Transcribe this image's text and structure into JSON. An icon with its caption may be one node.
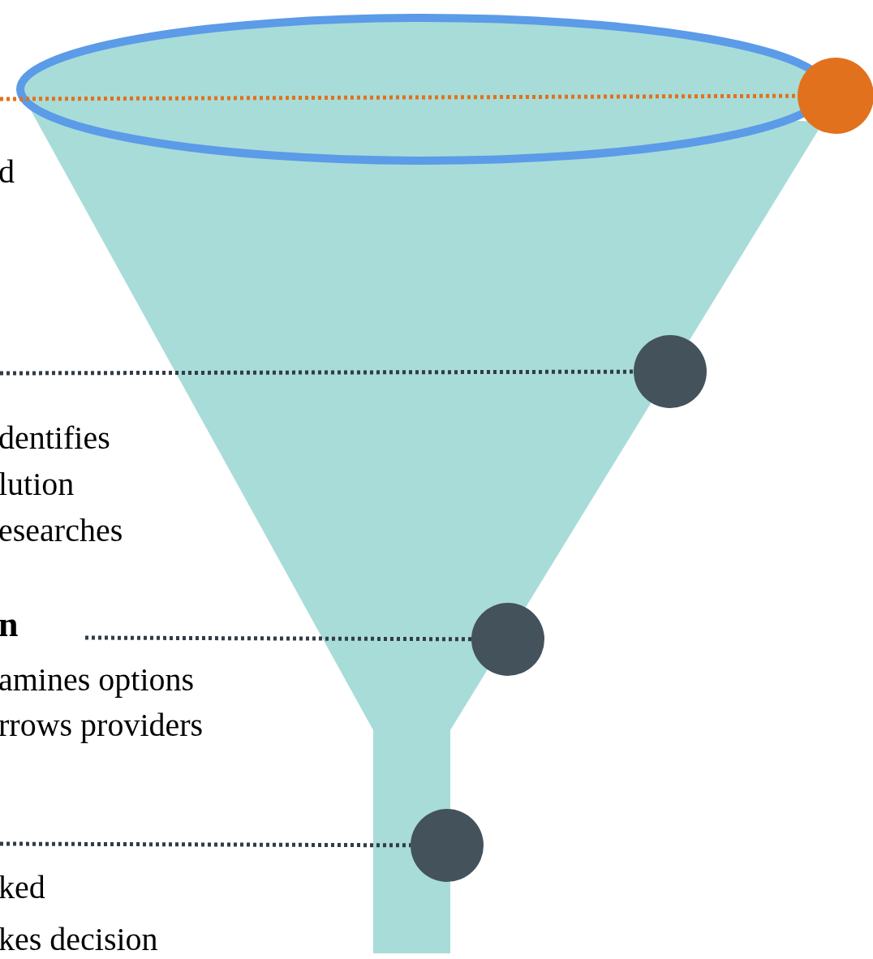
{
  "diagram": {
    "nodes": [
      {
        "text": [],
        "shape": "circle"
      },
      {
        "text": [],
        "shape": "circle"
      },
      {
        "text": [],
        "shape": "circle"
      },
      {
        "text": [],
        "shape": "circle"
      }
    ],
    "edges": [
      {
        "from": null,
        "to": 0,
        "arrow": "none",
        "color": "#e2711d"
      },
      {
        "from": null,
        "to": 1,
        "arrow": "none"
      },
      {
        "from": null,
        "to": 2,
        "arrow": "none"
      },
      {
        "from": null,
        "to": 3,
        "arrow": "none"
      }
    ],
    "labels": [
      "d",
      "dentifies",
      "lution",
      "esearches",
      "n",
      "amines options",
      "rrows providers",
      "ked",
      "kes decision"
    ]
  }
}
